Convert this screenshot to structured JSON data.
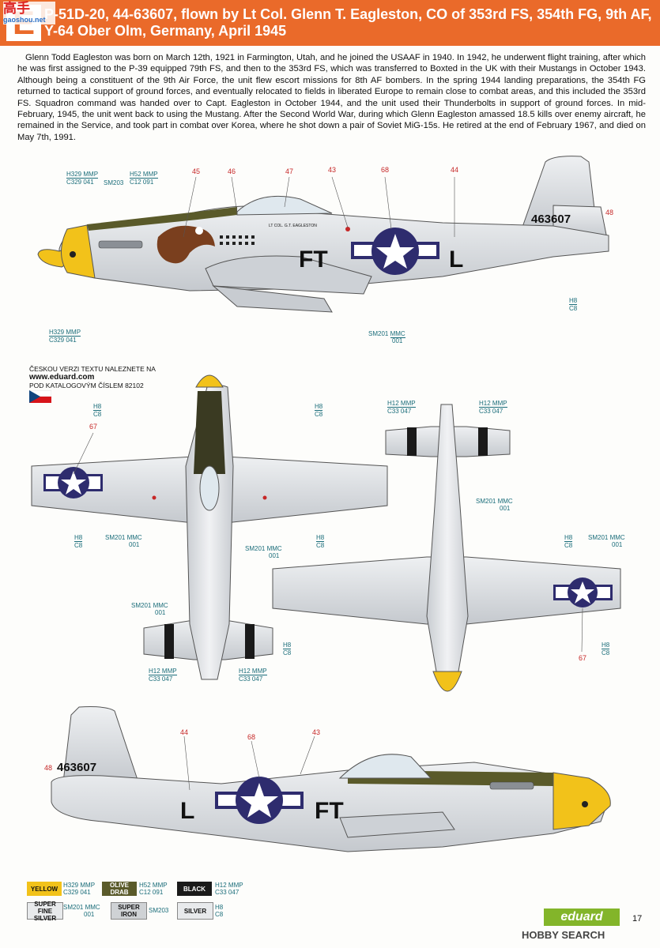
{
  "header": {
    "letter": "E",
    "title": "P-51D-20, 44-63607, flown by Lt Col. Glenn T. Eagleston, CO of 353rd FS, 354th FG, 9th AF, Y-64 Ober Olm, Germany, April 1945"
  },
  "watermark": {
    "line1": "高手",
    "line2": "gaoshou.net"
  },
  "intro_text": "Glenn Todd Eagleston was born on March 12th, 1921 in Farmington, Utah, and he joined the USAAF in 1940. In 1942, he underwent flight training, after which he was first assigned to the P-39 equipped 79th FS, and then to the 353rd FS, which was transferred to Boxted in the UK with their Mustangs in October 1943. Although being a constituent of the 9th Air Force, the unit flew escort missions for 8th AF bombers. In the spring 1944 landing preparations, the 354th FG returned to tactical support of ground forces, and eventually relocated to fields in liberated Europe to remain close to combat areas, and this included the 353rd FS. Squadron command was handed over to Capt. Eagleston in October 1944, and the unit used their Thunderbolts in support of ground forces. In mid-February, 1945, the unit went back to using the Mustang. After the Second World War, during which Glenn Eagleston amassed 18.5 kills over enemy aircraft, he remained in the Service, and took part in combat over Korea, where he shot down a pair of Soviet MiG-15s. He retired at the end of February 1967, and died on May 7th, 1991.",
  "czech": {
    "line1": "ČESKOU VERZI TEXTU NALEZNETE NA",
    "url": "www.eduard.com",
    "line2": "POD KATALOGOVÝM ČÍSLEM 82102"
  },
  "aircraft": {
    "serial": "463607",
    "codes_left": "FT",
    "code_right": "L",
    "pilot_name": "LT COL. G.T. EAGLESTON"
  },
  "callouts": {
    "c45": "45",
    "c46": "46",
    "c47": "47",
    "c43": "43",
    "c68": "68",
    "c44": "44",
    "c48": "48",
    "c67": "67"
  },
  "paint_labels": {
    "h329": "H329",
    "mmp": "MMP",
    "c329": "C329",
    "c041": "041",
    "sm203": "SM203",
    "h52": "H52",
    "c12": "C12",
    "c091": "091",
    "h8": "H8",
    "c8": "C8",
    "sm201": "SM201",
    "mmc": "MMC",
    "c001": "001",
    "h12": "H12",
    "c33": "C33",
    "c047": "047"
  },
  "legend": {
    "yellow": "YELLOW",
    "olive": "OLIVE DRAB",
    "black": "BLACK",
    "superfine": "SUPER FINE SILVER",
    "superiron": "SUPER IRON",
    "silver": "SILVER"
  },
  "colors": {
    "header": "#ea6a2a",
    "yellow": "#f2c21a",
    "olive": "#5a5a2a",
    "black": "#1a1a1a",
    "silver": "#d9dcdf",
    "insignia_blue": "#2e2c6e"
  },
  "footer": {
    "brand": "eduard",
    "page": "17",
    "watermark": "HOBBY SEARCH"
  }
}
